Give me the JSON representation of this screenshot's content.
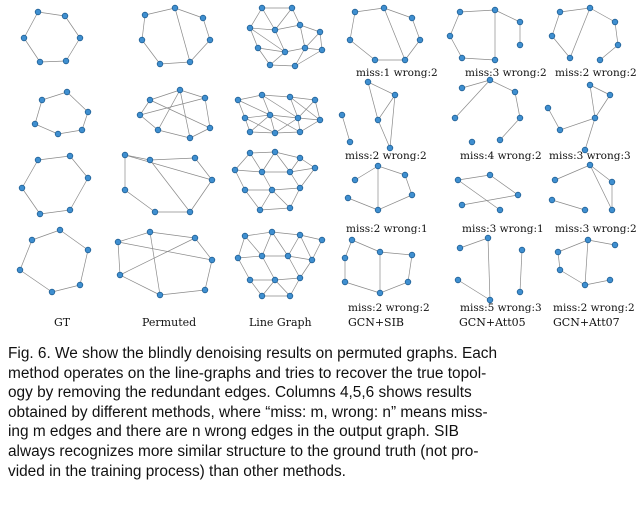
{
  "figure": {
    "column_labels": [
      "GT",
      "Permuted",
      "Line Graph",
      "GCN+SIB",
      "GCN+Att05",
      "GCN+Att07"
    ],
    "panel_labels": {
      "r0c3": "miss:1 wrong:2",
      "r0c4": "miss:3 wrong:2",
      "r0c5": "miss:2 wrong:2",
      "r1c3": "miss:2 wrong:2",
      "r1c4": "miss:4 wrong:2",
      "r1c5": "miss:3 wrong:3",
      "r2c3": "miss:2 wrong:1",
      "r2c4": "miss:3 wrong:1",
      "r2c5": "miss:3 wrong:2",
      "r3c3": "miss:2 wrong:2",
      "r3c4": "miss:5 wrong:3",
      "r3c5": "miss:2 wrong:2"
    },
    "colors": {
      "node_fill": "#3f8fd0",
      "node_stroke": "#1f5f95",
      "edge": "#8a8a8a"
    }
  },
  "caption": {
    "lines": [
      "Fig. 6. We show the blindly denoising results on permuted graphs. Each",
      "method operates on the line-graphs and tries to recover the true topol-",
      "ogy by removing the redundant edges. Columns 4,5,6 shows results",
      "obtained by different methods, where “miss: m, wrong: n” means miss-",
      "ing m edges and there are n wrong edges in the output graph. SIB",
      "always recognizes more similar structure to the ground truth (not pro-",
      "vided in the training process) than other methods."
    ]
  }
}
